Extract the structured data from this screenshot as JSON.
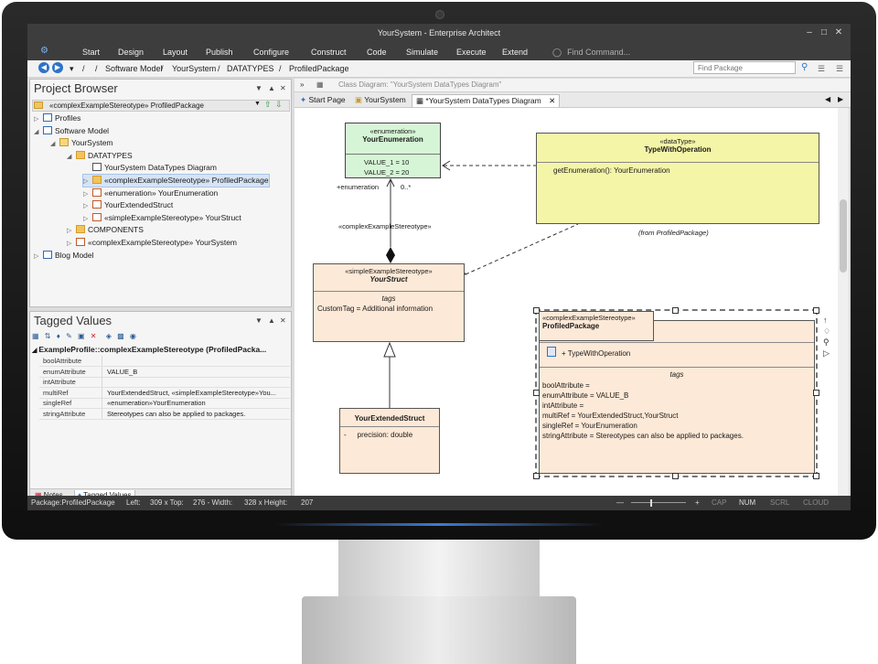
{
  "window": {
    "title": "YourSystem - Enterprise Architect",
    "controls": [
      "–",
      "□",
      "✕"
    ]
  },
  "ribbon": {
    "app_button": "⚙",
    "menus": [
      "Start",
      "Design",
      "Layout",
      "Publish",
      "Configure",
      "Construct",
      "Code",
      "Simulate",
      "Execute",
      "Extend"
    ],
    "find_command": "Find Command..."
  },
  "address": {
    "crumbs": [
      "/",
      "Software Model",
      "YourSystem",
      "DATATYPES",
      "ProfiledPackage"
    ],
    "find_package_placeholder": "Find Package"
  },
  "project_browser": {
    "title": "Project Browser",
    "package_selector": "«complexExampleStereotype» ProfiledPackage",
    "items": [
      {
        "label": "Profiles",
        "indent": 0,
        "arrow": "▷",
        "icon": "model"
      },
      {
        "label": "Software Model",
        "indent": 0,
        "arrow": "◢",
        "icon": "model"
      },
      {
        "label": "YourSystem",
        "indent": 1,
        "arrow": "◢",
        "icon": "pkg"
      },
      {
        "label": "DATATYPES",
        "indent": 2,
        "arrow": "◢",
        "icon": "folder"
      },
      {
        "label": "YourSystem DataTypes Diagram",
        "indent": 3,
        "arrow": "",
        "icon": "diag"
      },
      {
        "label": "«complexExampleStereotype» ProfiledPackage",
        "indent": 3,
        "arrow": "▷",
        "icon": "folder",
        "selected": true
      },
      {
        "label": "«enumeration» YourEnumeration",
        "indent": 3,
        "arrow": "▷",
        "icon": "class"
      },
      {
        "label": "YourExtendedStruct",
        "indent": 3,
        "arrow": "▷",
        "icon": "class"
      },
      {
        "label": "«simpleExampleStereotype» YourStruct",
        "indent": 3,
        "arrow": "▷",
        "icon": "class"
      },
      {
        "label": "COMPONENTS",
        "indent": 2,
        "arrow": "▷",
        "icon": "folder"
      },
      {
        "label": "«complexExampleStereotype» YourSystem",
        "indent": 2,
        "arrow": "▷",
        "icon": "class"
      },
      {
        "label": "Blog Model",
        "indent": 0,
        "arrow": "▷",
        "icon": "model"
      }
    ]
  },
  "tagged_values": {
    "title": "Tagged Values",
    "header": "ExampleProfile::complexExampleStereotype (ProfiledPacka...",
    "rows": [
      {
        "key": "boolAttribute",
        "value": ""
      },
      {
        "key": "enumAttribute",
        "value": "VALUE_B"
      },
      {
        "key": "intAttribute",
        "value": ""
      },
      {
        "key": "multiRef",
        "value": "YourExtendedStruct, «simpleExampleStereotype»You..."
      },
      {
        "key": "singleRef",
        "value": "«enumeration»YourEnumeration"
      },
      {
        "key": "stringAttribute",
        "value": "Stereotypes can also be applied to packages."
      }
    ],
    "bottom_tabs": [
      "Notes",
      "Tagged Values"
    ]
  },
  "diagram": {
    "toolbar_caption": "Class Diagram: \"YourSystem DataTypes Diagram\"",
    "tabs": [
      "Start Page",
      "YourSystem",
      "*YourSystem DataTypes Diagram"
    ],
    "enumeration": {
      "stereotype": "«enumeration»",
      "name": "YourEnumeration",
      "literals": [
        "VALUE_1 = 10",
        "VALUE_2 = 20"
      ]
    },
    "datatype": {
      "stereotype": "«dataType»",
      "name": "TypeWithOperation",
      "operation": "getEnumeration(): YourEnumeration",
      "from": "(from ProfiledPackage)"
    },
    "struct": {
      "stereotype": "«simpleExampleStereotype»",
      "name": "YourStruct",
      "tags_label": "tags",
      "tag": "CustomTag = Additional information"
    },
    "extended": {
      "name": "YourExtendedStruct",
      "attr_marker": "-",
      "attribute": "precision: double"
    },
    "package": {
      "stereotype": "«complexExampleStereotype»",
      "name": "ProfiledPackage",
      "contained": "+ TypeWithOperation",
      "tags_label": "tags",
      "tags": [
        "boolAttribute =",
        "enumAttribute = VALUE_B",
        "intAttribute =",
        "multiRef = YourExtendedStruct,YourStruct",
        "singleRef = YourEnumeration",
        "stringAttribute = Stereotypes can also be applied to packages."
      ]
    },
    "labels": {
      "assoc_role": "+enumeration",
      "assoc_mult": "0..*",
      "assoc_stereo": "«complexExampleStereotype»"
    }
  },
  "statusbar": {
    "location": "Package:ProfiledPackage",
    "left": "Left:",
    "left_val": "309 x Top:",
    "top_val": "276 - Width:",
    "width_val": "328 x Height:",
    "height_val": "207",
    "indicators": [
      "CAP",
      "NUM",
      "SCRL",
      "CLOUD"
    ]
  },
  "colors": {
    "enum_fill": "#d6f5d6",
    "datatype_fill": "#f5f5a8",
    "class_fill": "#fde9d7",
    "accent": "#2d73c8"
  }
}
